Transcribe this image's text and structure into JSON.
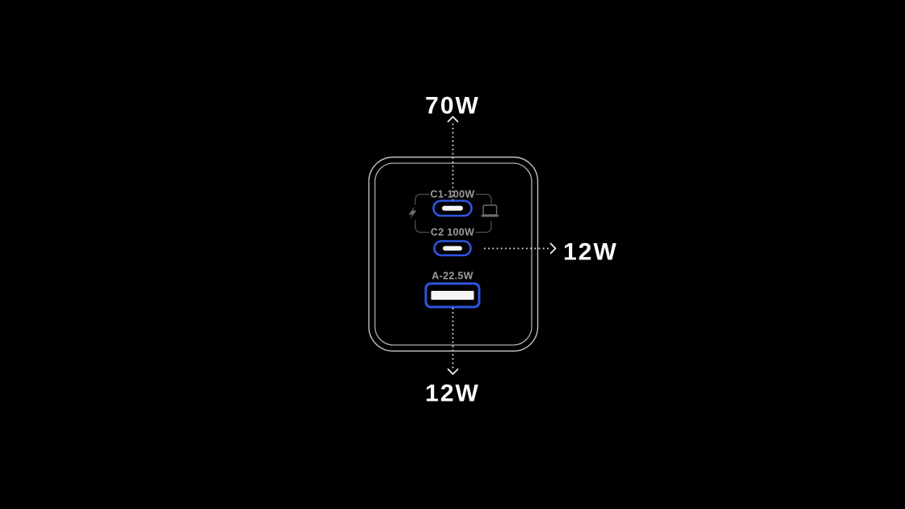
{
  "diagram_title": "charger-port-power-diagram",
  "colors": {
    "background": "#000000",
    "port_accent_blue": "#2e55e0",
    "body_outline_gray": "#c2c2c2",
    "port_label_gray": "#9c9c9c",
    "annotation_white": "#ffffff"
  },
  "annotations": {
    "top": {
      "value": "70W",
      "direction": "up"
    },
    "right": {
      "value": "12W",
      "direction": "right"
    },
    "bottom": {
      "value": "12W",
      "direction": "down"
    }
  },
  "charger": {
    "ports": [
      {
        "label": "C1-100W",
        "type": "usb-c"
      },
      {
        "label": "C2 100W",
        "type": "usb-c"
      },
      {
        "label": "A-22.5W",
        "type": "usb-a"
      }
    ],
    "icons": [
      {
        "name": "lightning-bolt-icon"
      },
      {
        "name": "laptop-icon"
      }
    ]
  }
}
